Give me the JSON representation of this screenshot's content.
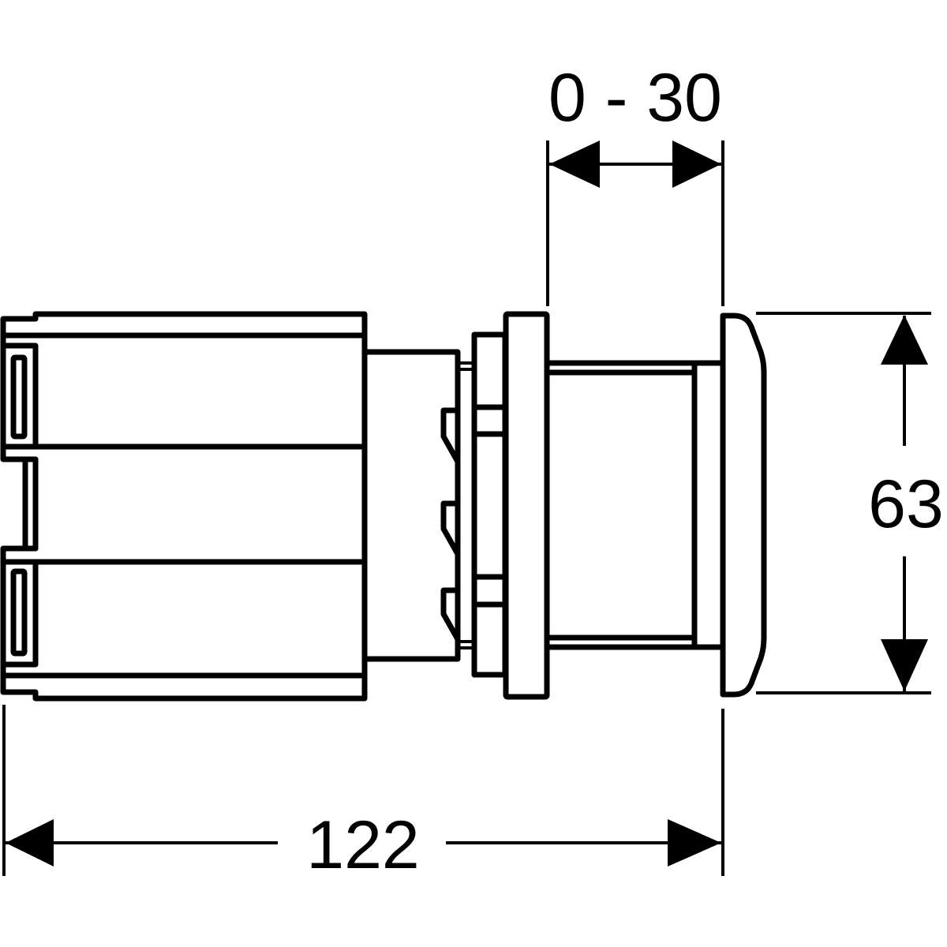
{
  "drawing": {
    "colors": {
      "line": "#000000",
      "background": "#ffffff"
    },
    "dimensions": {
      "adjustment_range": "0 - 30",
      "height": "63",
      "total_length": "122"
    }
  }
}
